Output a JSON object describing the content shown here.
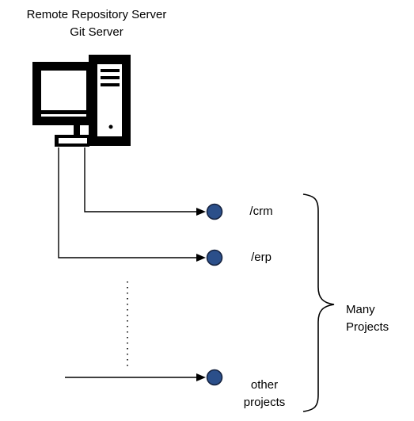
{
  "server": {
    "title_line1": "Remote Repository Server",
    "title_line2": "Git Server",
    "icon": "computer-icon"
  },
  "projects": [
    {
      "label": "/crm"
    },
    {
      "label": "/erp"
    },
    {
      "label": "other\nprojects"
    }
  ],
  "group_label": "Many\nProjects",
  "colors": {
    "node_fill": "#2b4f8a",
    "node_stroke": "#14213d",
    "line": "#000000"
  }
}
